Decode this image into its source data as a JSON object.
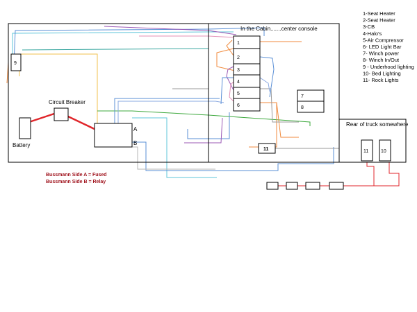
{
  "legend": [
    "1-Seat Heater",
    "2-Seat Heater",
    "3-CB",
    "4-Halo's",
    "5-Air Compressor",
    "6- LED Light Bar",
    "7- Winch power",
    "8- Winch In/Out",
    "9 - Underhood lighting",
    "10- Bed Lighting",
    "11- Rock Lights"
  ],
  "labels": {
    "cabin": "In the Cabin.......center console",
    "rear": "Rear of truck somewhere",
    "circuit_breaker": "Circuit Breaker",
    "battery": "Battery",
    "side_a": "A",
    "side_b": "B",
    "note_a": "Bussmann Side A = Fused",
    "note_b": "Bussmann Side B = Relay"
  },
  "switches": {
    "s1": "1",
    "s2": "2",
    "s3": "3",
    "s4": "4",
    "s5": "5",
    "s6": "6",
    "s7": "7",
    "s8": "8",
    "s9": "9",
    "s10": "10",
    "s11_rear": "11",
    "s11_cabin": "11"
  },
  "colors": {
    "note_text": "#a0141e",
    "red_wire": "#e0262b",
    "blue_wire": "#5a8fd6",
    "orange_wire": "#f08a3c",
    "yellow_wire": "#f2c14e",
    "green_wire": "#3da83d",
    "purple_wire": "#9b59b6",
    "pink_wire": "#e38fb6",
    "cyan_wire": "#5cc4d9"
  }
}
